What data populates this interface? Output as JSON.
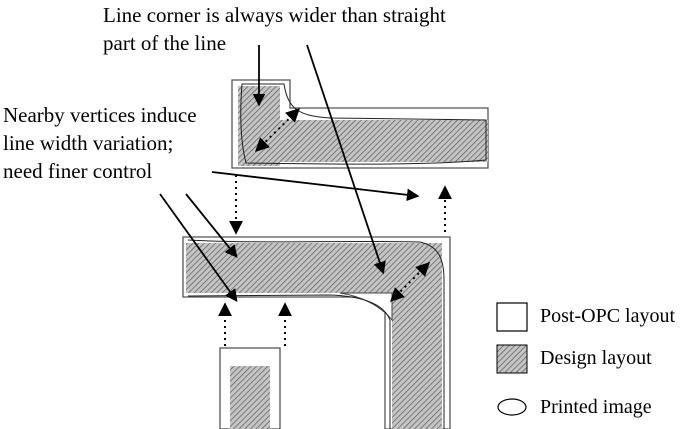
{
  "annotations": {
    "corner_line1": "Line corner is always wider than straight",
    "corner_line2": "part of the line",
    "vertices_line1": "Nearby vertices induce",
    "vertices_line2": "line width variation;",
    "vertices_line3": "need finer control"
  },
  "legend": {
    "items": [
      {
        "label": "Post-OPC layout",
        "swatch": "white-box"
      },
      {
        "label": "Design layout",
        "swatch": "hatched-box"
      },
      {
        "label": "Printed image",
        "swatch": "ellipse"
      }
    ]
  },
  "colors": {
    "design_fill": "#b8b8b8",
    "hatch": "#555555",
    "outline": "#000000",
    "post_opc_outline": "#666666"
  }
}
